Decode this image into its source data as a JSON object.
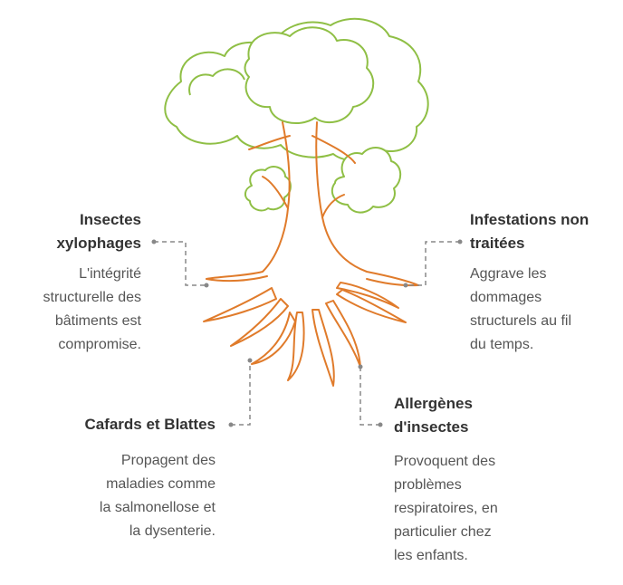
{
  "colors": {
    "canopy": "#8fbf45",
    "roots": "#e07b2b",
    "connector": "#888888",
    "title": "#333333",
    "text": "#555555"
  },
  "items": [
    {
      "title": "Insectes xylophages",
      "title_lines": [
        "Insectes",
        "xylophages"
      ],
      "desc_lines": [
        "L'intégrité",
        "structurelle des",
        "bâtiments est",
        "compromise."
      ]
    },
    {
      "title": "Infestations non traitées",
      "title_lines": [
        "Infestations non",
        "traitées"
      ],
      "desc_lines": [
        "Aggrave les",
        "dommages",
        "structurels au fil",
        "du temps."
      ]
    },
    {
      "title": "Cafards et Blattes",
      "title_lines": [
        "Cafards et Blattes"
      ],
      "desc_lines": [
        "Propagent des",
        "maladies comme",
        "la salmonellose et",
        "la dysenterie."
      ]
    },
    {
      "title": "Allergènes d'insectes",
      "title_lines": [
        "Allergènes",
        "d'insectes"
      ],
      "desc_lines": [
        "Provoquent des",
        "problèmes",
        "respiratoires, en",
        "particulier chez",
        "les enfants."
      ]
    }
  ]
}
